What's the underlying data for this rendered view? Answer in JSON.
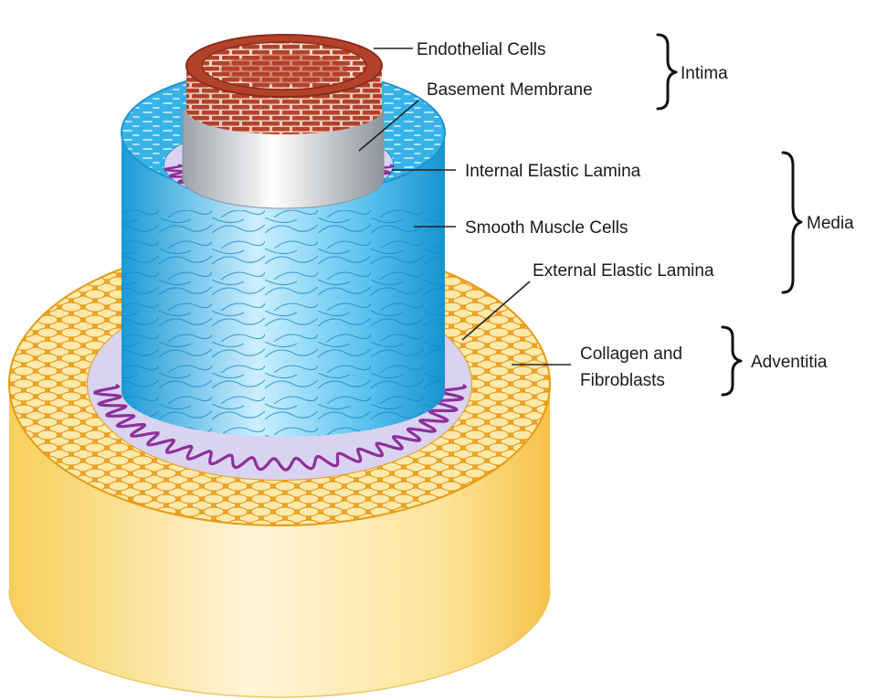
{
  "colors": {
    "endothelium": "#b5452b",
    "endothelium_mortar": "#f4ddd2",
    "basement_membrane": "#c9cdd2",
    "media": "#22a7e0",
    "media_light": "#bfe9fb",
    "elastic_lamina": "#8f2f9a",
    "lamina_fill": "#d9d3f1",
    "adventitia": "#f2ac20",
    "adventitia_light": "#fff3d6"
  },
  "labels": {
    "endothelial_cells": "Endothelial Cells",
    "basement_membrane": "Basement Membrane",
    "internal_elastic_lamina": "Internal Elastic Lamina",
    "smooth_muscle_cells": "Smooth Muscle Cells",
    "external_elastic_lamina": "External Elastic Lamina",
    "collagen_line1": "Collagen and",
    "collagen_line2": "Fibroblasts"
  },
  "groups": {
    "intima": "Intima",
    "media": "Media",
    "adventitia": "Adventitia"
  }
}
